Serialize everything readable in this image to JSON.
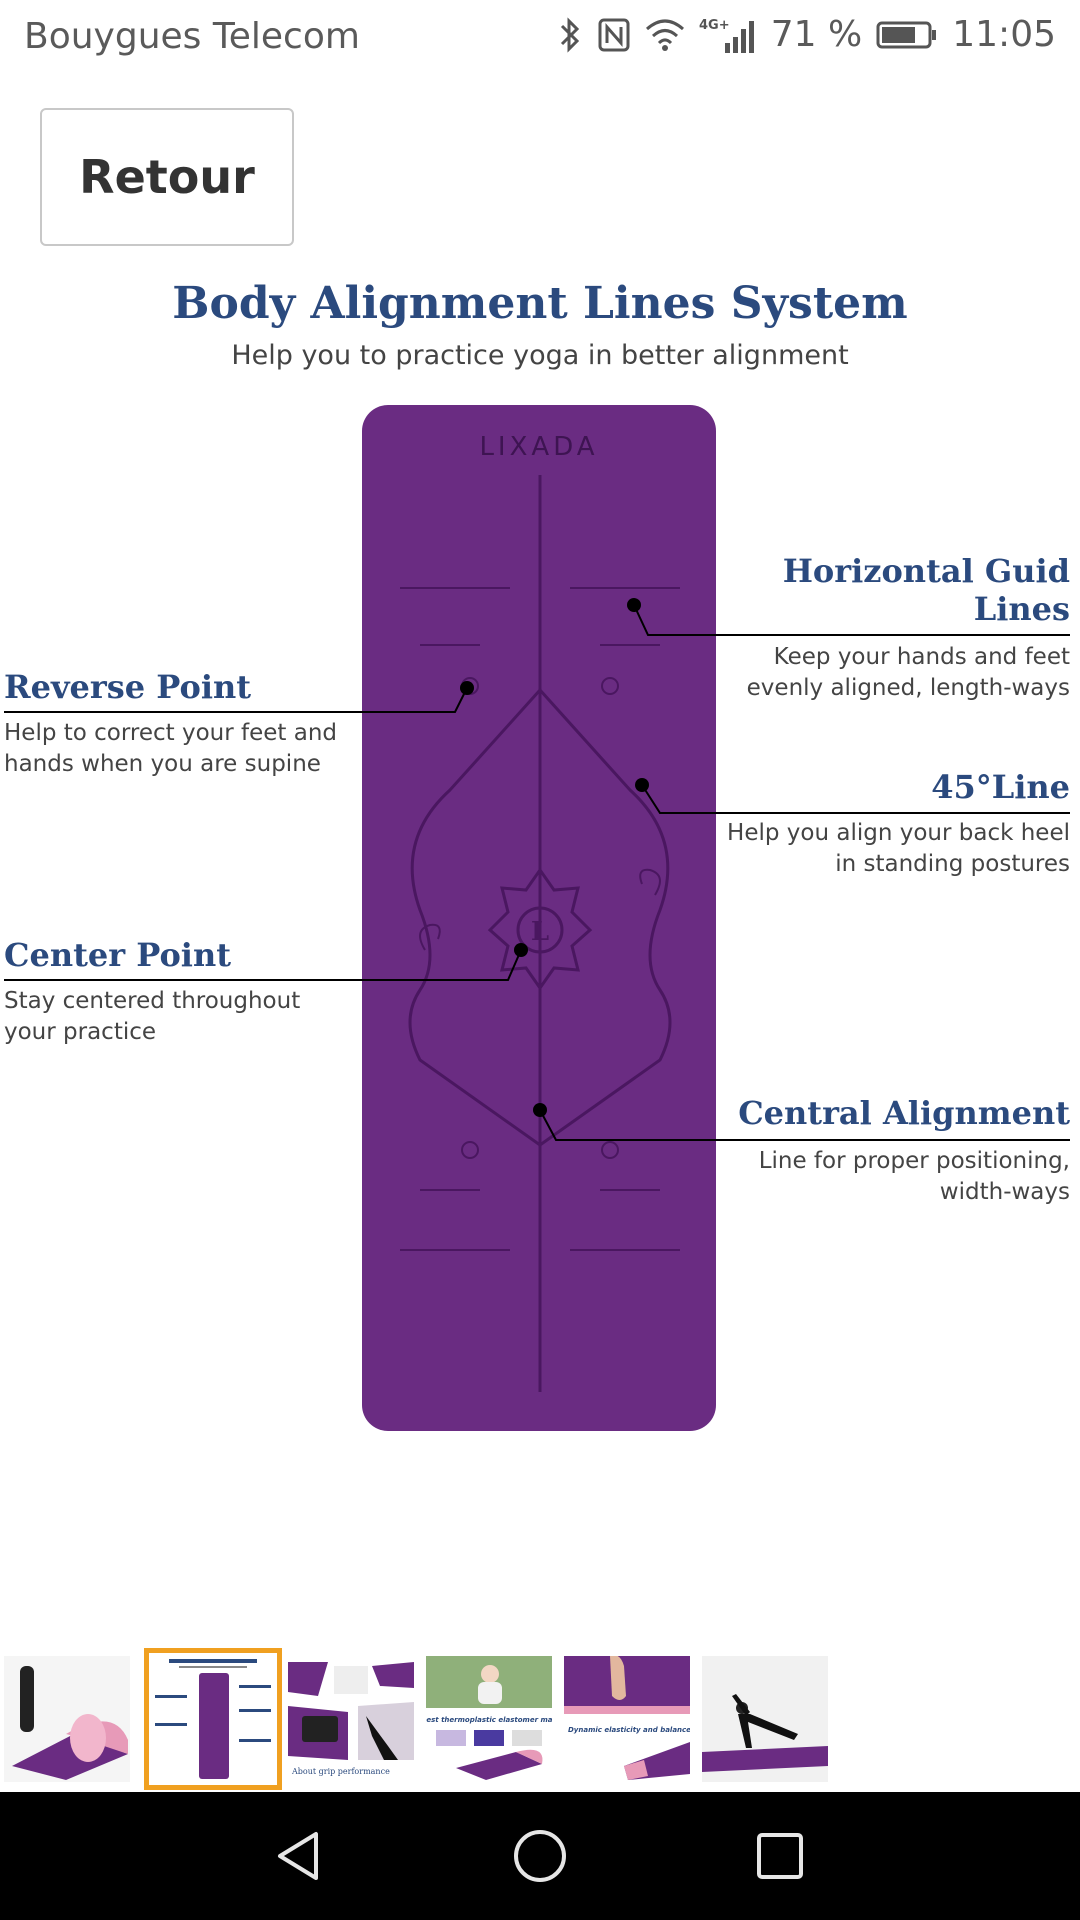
{
  "status_bar": {
    "carrier": "Bouygues Telecom",
    "network": "4G+",
    "battery": "71 %",
    "time": "11:05"
  },
  "back_button": {
    "label": "Retour"
  },
  "image": {
    "title": "Body Alignment Lines System",
    "subtitle": "Help you to practice yoga in better alignment",
    "brand": "LIXADA",
    "callouts": {
      "horizontal": {
        "title_line1": "Horizontal Guid",
        "title_line2": "Lines",
        "desc_line1": "Keep your hands and feet",
        "desc_line2": "evenly aligned, length-ways"
      },
      "reverse": {
        "title": "Reverse Point",
        "desc_line1": "Help to correct your feet and",
        "desc_line2": "hands when you are supine"
      },
      "line45": {
        "title": "45°Line",
        "desc_line1": "Help you align your back heel",
        "desc_line2": "in standing postures"
      },
      "center": {
        "title": "Center Point",
        "desc_line1": "Stay centered throughout",
        "desc_line2": "your practice"
      },
      "central": {
        "title": "Central Alignment",
        "desc_line1": "Line for proper positioning,",
        "desc_line2": "width-ways"
      }
    }
  },
  "thumbnails": {
    "selected_index": 1,
    "items": [
      {
        "name": "mat-rolled"
      },
      {
        "name": "alignment-lines"
      },
      {
        "name": "grip-performance",
        "caption": "About grip performance"
      },
      {
        "name": "tpe-material",
        "caption": "The best thermoplastic elastomer material"
      },
      {
        "name": "elasticity",
        "caption": "Dynamic elasticity and balance"
      },
      {
        "name": "plank-pose"
      }
    ]
  },
  "colors": {
    "mat": "#6a2c82",
    "mat_dark": "#4a1760",
    "title": "#2b4a7e",
    "selected_border": "#f0a020"
  }
}
